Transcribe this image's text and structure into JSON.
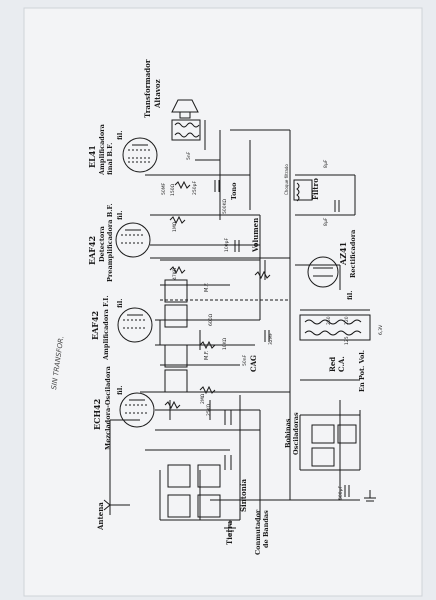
{
  "page": {
    "paper_color": "#f3f4f6",
    "ink_color": "#1a1a1a",
    "pencil_color": "#4a4a4a"
  },
  "handwritten_note": "SIN TRANSFOR.",
  "tubes": {
    "el41": {
      "code": "EL41",
      "role_1": "Amplificadora",
      "role_2": "final B.F."
    },
    "eaf42_det": {
      "code": "EAF42",
      "role_1": "Detectora",
      "role_2": "Preamplificadora B.F."
    },
    "eaf42_fi": {
      "code": "EAF42",
      "role_1": "Amplificadora F.I."
    },
    "ech42": {
      "code": "ECH42",
      "role_1": "Mezcladora-Osciladora"
    },
    "az41": {
      "code": "AZ41",
      "role_1": "Rectificadora"
    }
  },
  "labels": {
    "transformer_1": "Transformador",
    "transformer_2": "Altavoz",
    "tone": "Tono",
    "volume": "Volumen",
    "filter": "Filtro",
    "choke": "Choque filtrado",
    "fil": "fil.",
    "cag": "CAG",
    "mains_1": "Red",
    "mains_2": "C.A.",
    "pot_vol": "En Pot. Vol.",
    "antenna": "Antena",
    "ground": "Tierra",
    "tuning": "Sintonía",
    "band_switch_1": "Conmutador",
    "band_switch_2": "de Bandas",
    "osc_coils_1": "Bobinas",
    "osc_coils_2": "Osciladoras",
    "mfi_1": "M.F.",
    "mfi_2": "M.F."
  },
  "component_values": {
    "c_5nf": "5nF",
    "c_250pf": "250pF",
    "r_150": "150Ω",
    "r_500k": "500KΩ",
    "c_50mf": "50MF",
    "r_1m": "1MΩ",
    "c_100pf": "100pF",
    "r_47k": "47KΩ",
    "c_8mf_a": "8µF",
    "c_8mf_b": "8µF",
    "r_600": "600Ω",
    "r_25k": "25KΩ",
    "r_10k": "10KΩ",
    "c_32mf": "32MF",
    "r_2m": "2MΩ",
    "c_50nf": "50nF",
    "c_500pf": "500pF",
    "v_250": "250",
    "v_220": "220",
    "v_125": "125",
    "v_6_3": "6,3V"
  }
}
